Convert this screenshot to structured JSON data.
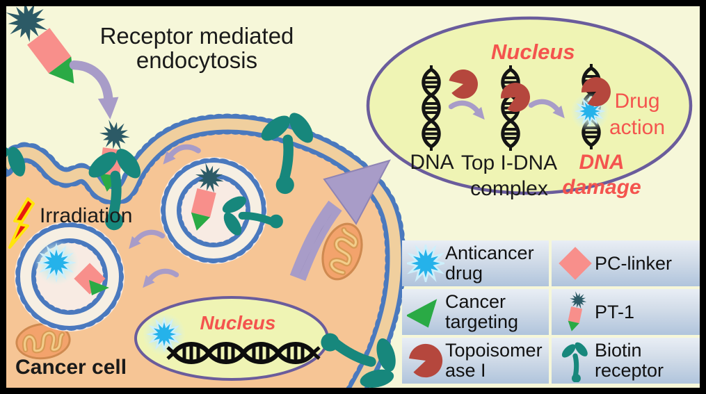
{
  "scene": {
    "title": "Receptor mediated\nendocytosis",
    "irradiation_label": "Irradiation",
    "cancer_cell_label": "Cancer cell",
    "cell_nucleus_label": "Nucleus"
  },
  "nucleus_inset": {
    "title": "Nucleus",
    "dna_label": "DNA",
    "top_i_dna_label": "Top I-DNA\ncomplex",
    "dna_damage_label": "DNA\ndamage",
    "drug_action_label": "Drug\naction"
  },
  "legend": {
    "items": [
      {
        "icon": "anticancer-drug-icon",
        "label": "Anticancer\ndrug"
      },
      {
        "icon": "pc-linker-icon",
        "label": "PC-linker"
      },
      {
        "icon": "cancer-targeting-icon",
        "label": "Cancer\ntargeting"
      },
      {
        "icon": "pt1-icon",
        "label": "PT-1"
      },
      {
        "icon": "topoisomerase-icon",
        "label": "Topoisomer\nase I"
      },
      {
        "icon": "biotin-receptor-icon",
        "label": "Biotin\nreceptor"
      }
    ]
  },
  "colors": {
    "background": "#f6f7d9",
    "cell_fill": "#f6c595",
    "membrane_heads": "#4a79be",
    "nucleus_fill": "#eff4b4",
    "nucleus_border": "#6a5c9c",
    "red_text": "#f4544e",
    "anticancer_drug": "#25b2ea",
    "pc_linker": "#f88f8b",
    "cancer_targeting": "#2aaa45",
    "pt1_star": "#2c5a66",
    "topoisomerase": "#b5473d",
    "biotin_receptor": "#17877c",
    "arrow": "#a89cc8",
    "bolt_red": "#e8190f",
    "bolt_yellow": "#ffe60a"
  }
}
